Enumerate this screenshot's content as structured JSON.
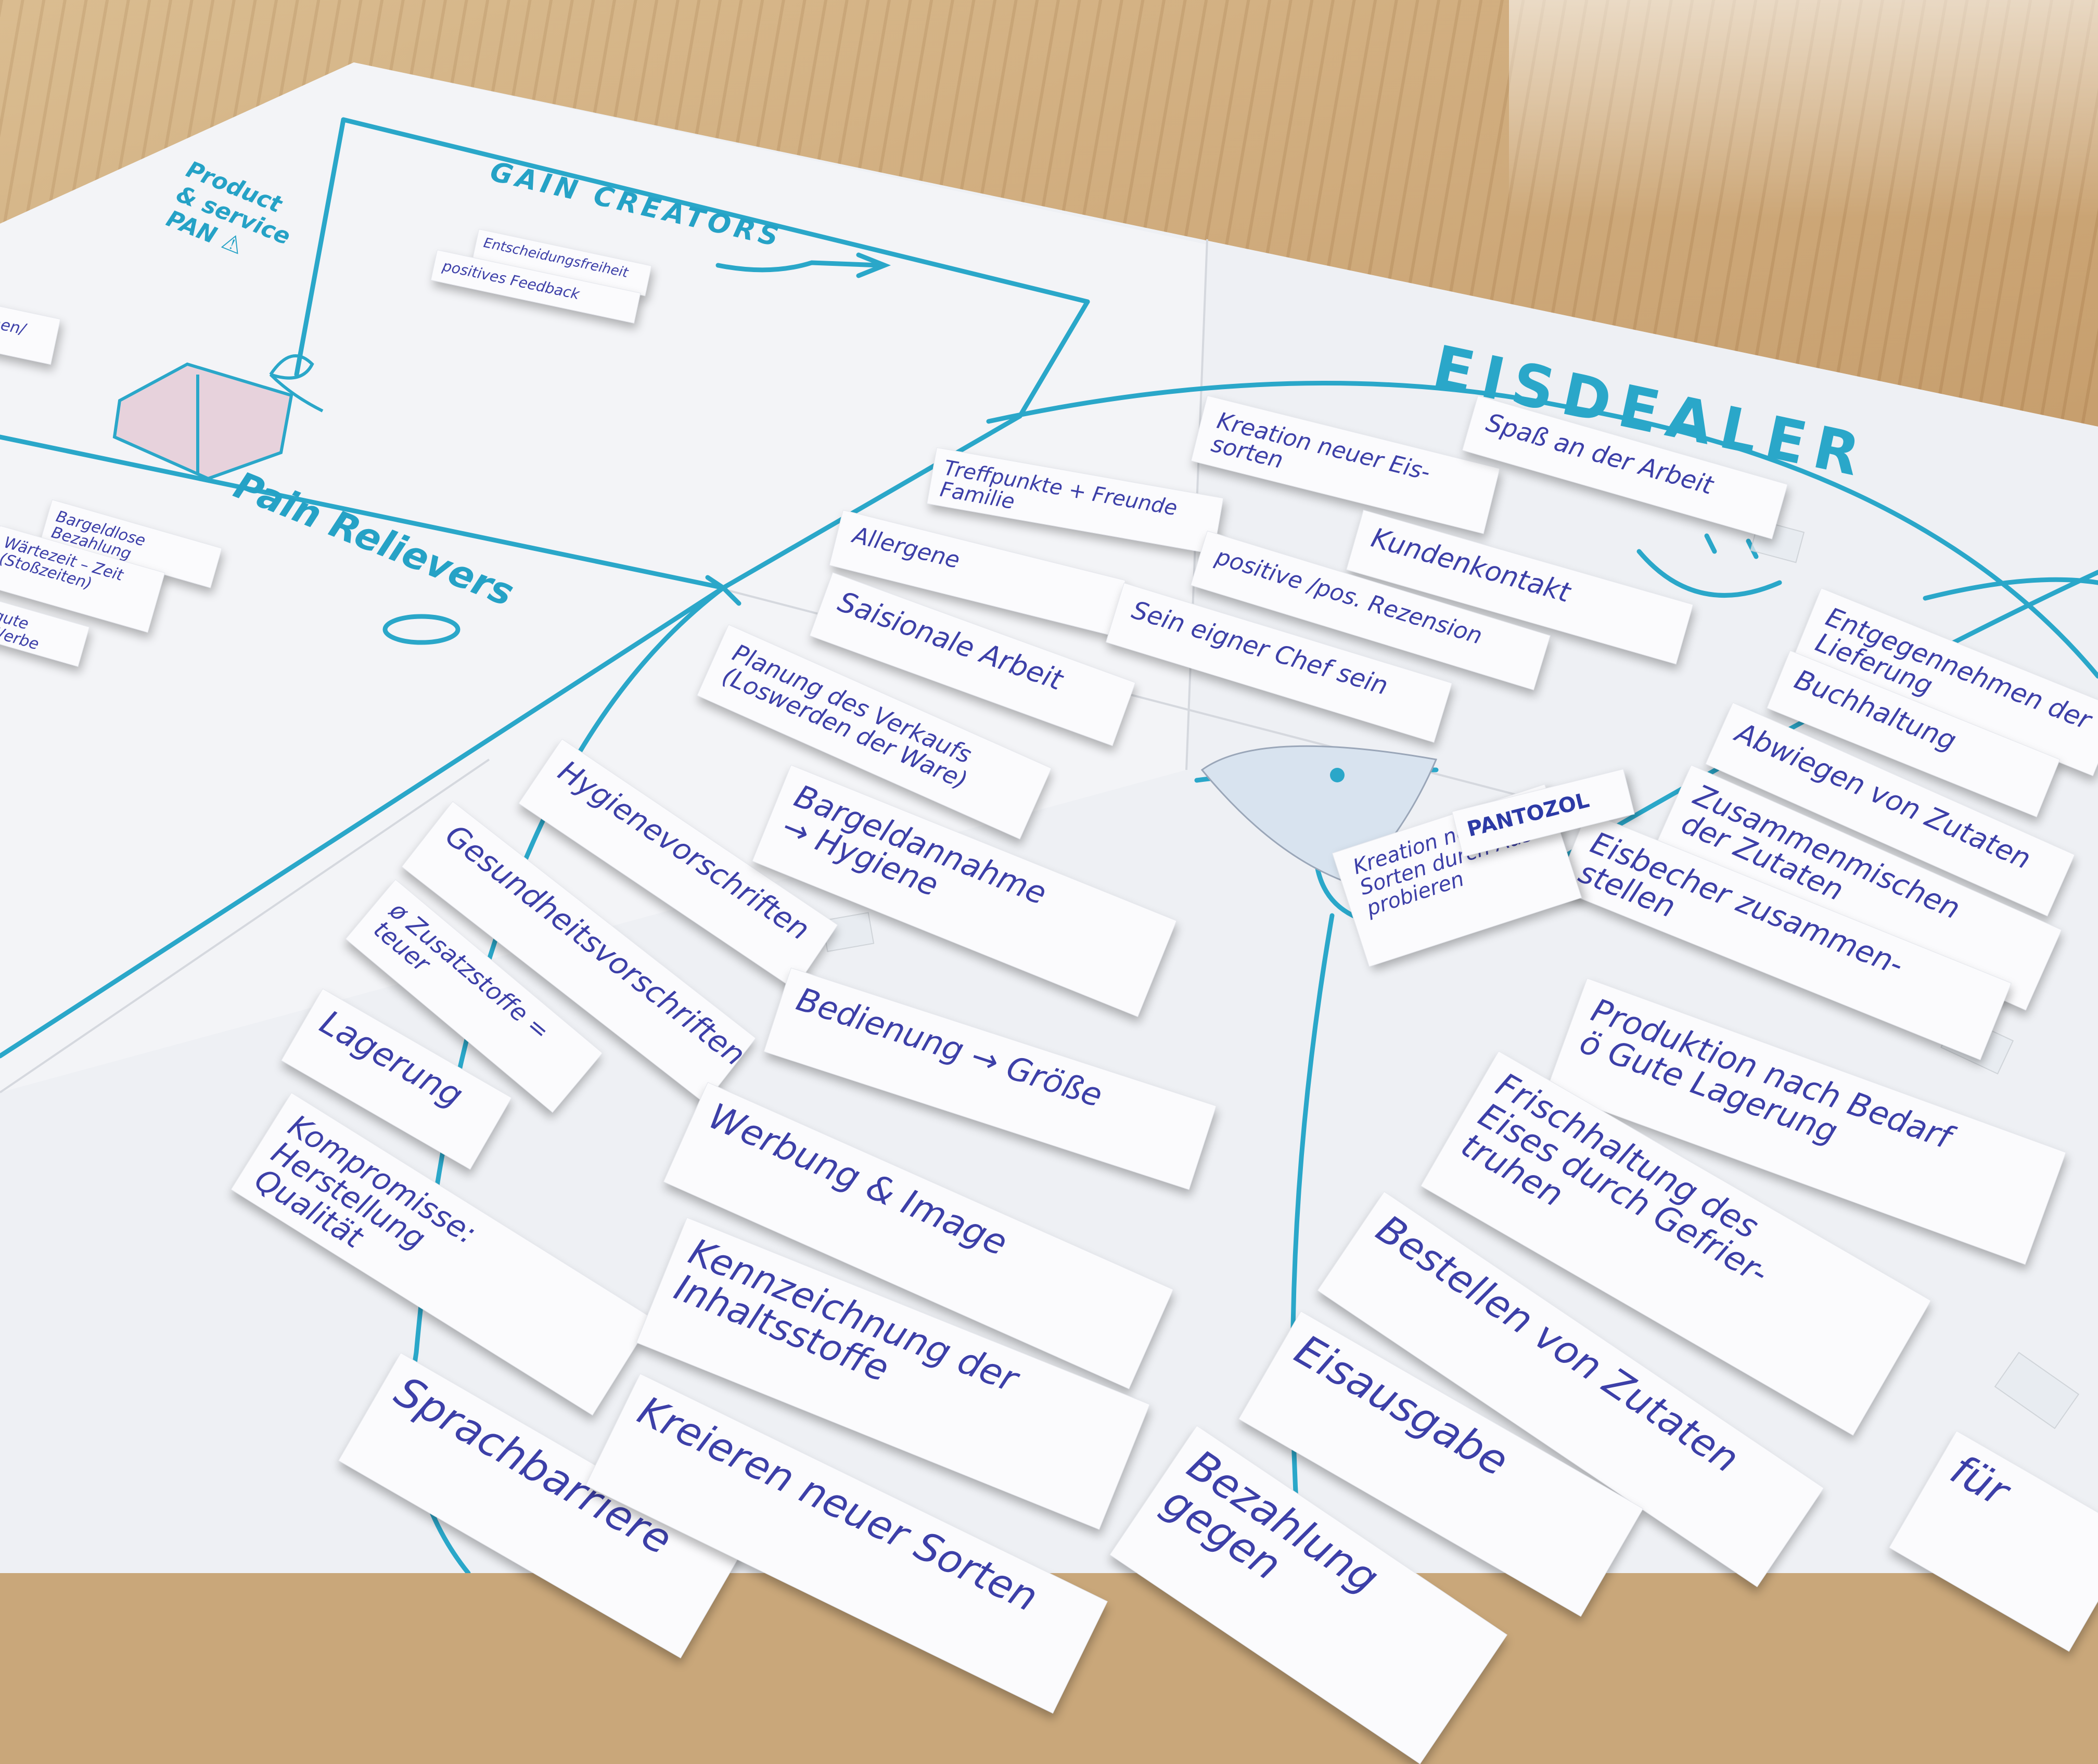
{
  "canvas": {
    "title": "EISDEALER",
    "product_service_label": "Product\n& service\nPAN ⚠",
    "gain_creators_label": "GAIN CREATORS",
    "pain_relievers_label": "Pain Relievers"
  },
  "notes": {
    "gain_1": "Entscheidungsfreiheit",
    "gain_2": "positives Feedback",
    "pain_1": "Bargeldlose Bezahlung",
    "pain_2": "Wärtezeit – Zeit\n(Stoßzeiten)",
    "pain_3": "gute Werbe",
    "pain_4": "nen/",
    "n_treffpunkte": "Treffpunkte + Freunde\nFamilie",
    "n_kreation": "Kreation neuer Eis-\nsorten",
    "n_spass": "Spaß an der Arbeit",
    "n_allergene": "Allergene",
    "n_kundenkontakt": "Kundenkontakt",
    "n_rezension": "positive /pos. Rezension",
    "n_chef": "Sein eigner Chef sein",
    "n_saisonale": "Saisionale Arbeit",
    "n_planung": "Planung des Verkaufs\n(Loswerden der Ware)",
    "n_entgegen": "Entgegennehmen der\nLieferung",
    "n_buchhaltung": "Buchhaltung",
    "n_abwiegen": "Abwiegen von Zutaten",
    "n_zusammen": "Zusammenmischen\nder Zutaten",
    "n_eisbecher": "Eisbecher zusammen-\nstellen",
    "n_hygiene": "Hygienevorschriften",
    "n_bargeld": "Bargeldannahme\n→ Hygiene",
    "n_gesundheit": "Gesundheitsvorschriften",
    "n_zusatz": "ø Zusatzstoffe = teuer",
    "n_kreation2": "Kreation neuer\nSorten durch Aus-\nprobieren",
    "n_bedienung": "Bedienung → Größe",
    "n_produktion": "Produktion nach Bedarf\nö Gute Lagerung",
    "n_lagerung": "Lagerung",
    "n_werbung": "Werbung & Image",
    "n_frisch": "Frischhaltung des\nEises durch Gefrier-\ntruhen",
    "n_kompromisse": "Kompromisse: Herstellung\nQualität",
    "n_kennzeichnung": "Kennzeichnung der\nInhaltsstoffe",
    "n_bestellen": "Bestellen von Zutaten",
    "n_eisausgabe": "Eisausgabe",
    "n_sprach": "Sprachbarriere",
    "n_kreieren": "Kreieren neuer Sorten",
    "n_bezahlung": "Bezahlung\ngegen",
    "n_fur": "für"
  },
  "brand": "PANTOZOL",
  "colors": {
    "marker": "#2aa7c9",
    "ink": "#3c3fa8",
    "paper": "#f2f3f6"
  }
}
